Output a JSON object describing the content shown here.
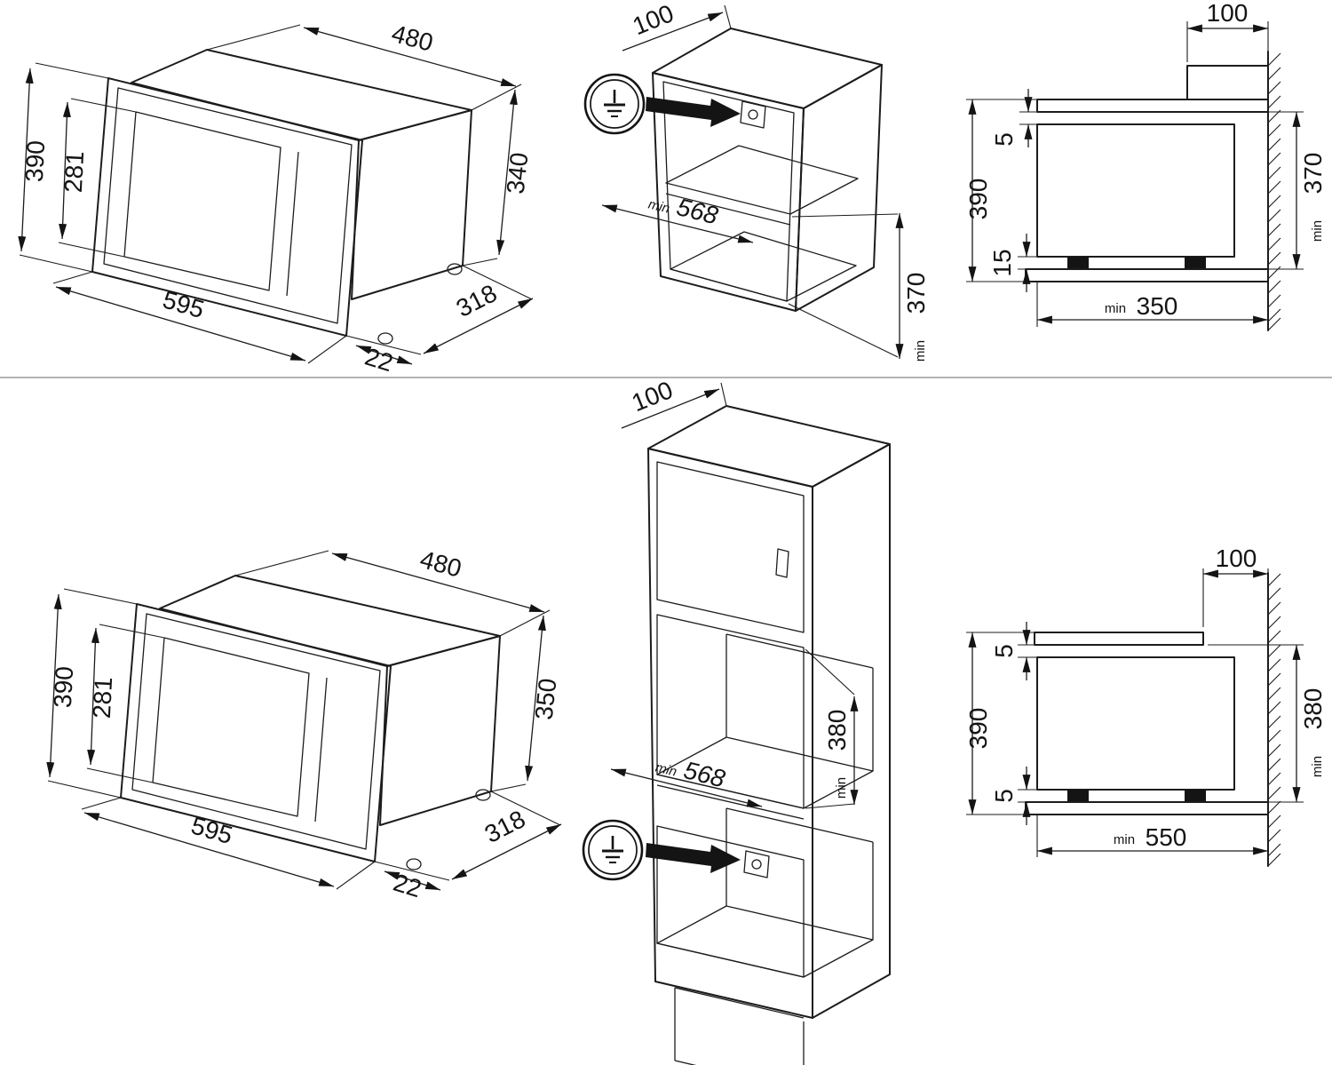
{
  "labels": {
    "min": "min"
  },
  "top_oven": {
    "body_width": "480",
    "frame_height": "390",
    "door_height": "281",
    "body_height": "340",
    "frame_width": "595",
    "depth": "318",
    "frame_thickness": "22"
  },
  "top_niche": {
    "rear_gap": "100",
    "width": "568",
    "height": "370"
  },
  "top_section": {
    "rear_gap": "100",
    "top_gap": "5",
    "height": "390",
    "bottom_gap": "15",
    "min_height": "370",
    "min_width": "350"
  },
  "bottom_oven": {
    "body_width": "480",
    "frame_height": "390",
    "door_height": "281",
    "body_height": "350",
    "frame_width": "595",
    "depth": "318",
    "frame_thickness": "22"
  },
  "bottom_niche": {
    "rear_gap": "100",
    "width": "568",
    "height": "380"
  },
  "bottom_section": {
    "rear_gap": "100",
    "top_gap": "5",
    "height": "390",
    "bottom_gap": "5",
    "min_height": "380",
    "min_width": "550"
  }
}
